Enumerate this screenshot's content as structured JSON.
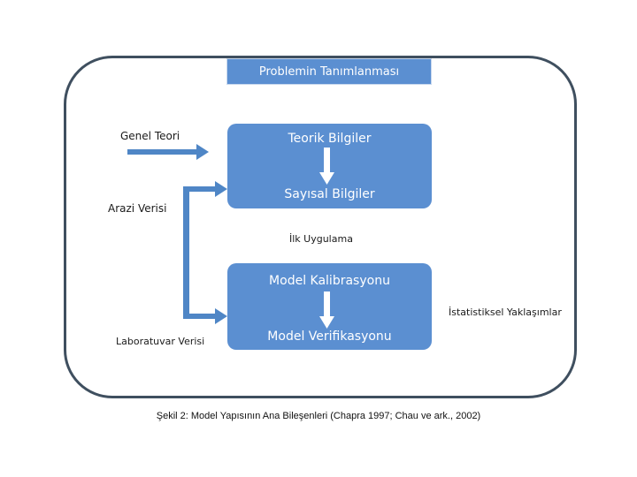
{
  "diagram": {
    "title_box": "Problemin Tanımlanması",
    "upper_box": {
      "top_label": "Teorik Bilgiler",
      "bottom_label": "Sayısal Bilgiler"
    },
    "lower_box": {
      "top_label": "Model Kalibrasyonu",
      "bottom_label": "Model Verifikasyonu"
    },
    "inputs": {
      "genel_teori": "Genel Teori",
      "arazi_verisi": "Arazi Verisi",
      "laboratuvar_verisi": "Laboratuvar Verisi"
    },
    "annotations": {
      "ilk_uygulama": "İlk Uygulama",
      "istatistiksel": "İstatistiksel Yaklaşımlar"
    },
    "caption": "Şekil 2: Model Yapısının Ana Bileşenleri (Chapra 1997; Chau ve ark., 2002)"
  },
  "colors": {
    "box_fill": "#5b8fd1",
    "frame_stroke": "#3f4f5f",
    "arrow_fill": "#4f86c6"
  }
}
